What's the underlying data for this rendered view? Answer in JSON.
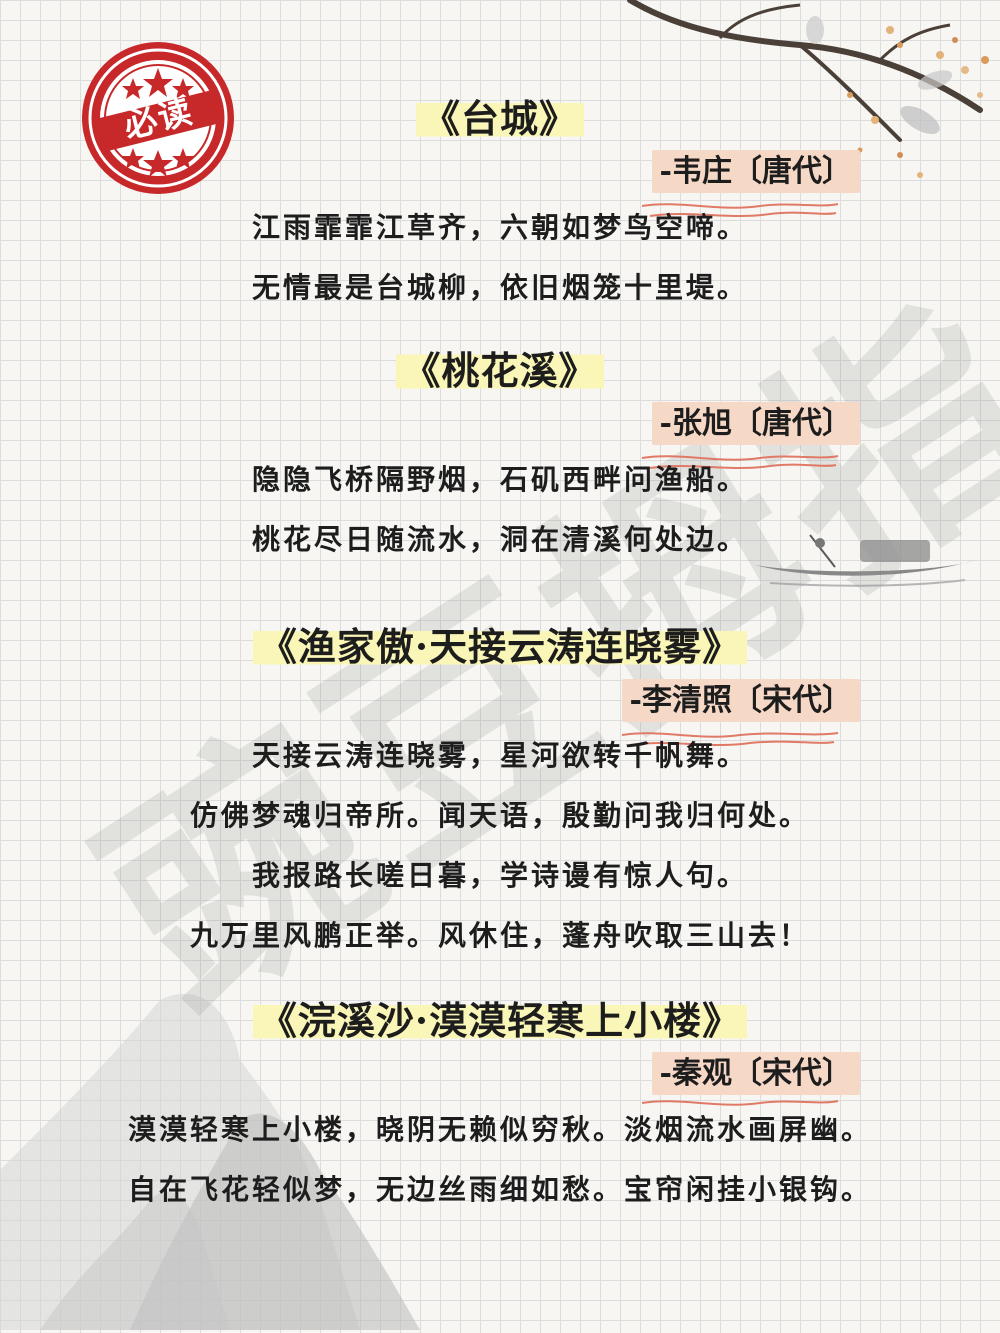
{
  "badge": {
    "label": "必读",
    "color": "#c7282a"
  },
  "colors": {
    "title_highlight": "#faf6b8",
    "author_highlight": "#f6d8c7",
    "wave": "#e07a66"
  },
  "watermark": {
    "text": "豌豆拇指"
  },
  "poems": [
    {
      "title": "《台城》",
      "author": "-韦庄〔唐代〕",
      "lines": [
        "江雨霏霏江草齐，六朝如梦鸟空啼。",
        "无情最是台城柳，依旧烟笼十里堤。"
      ]
    },
    {
      "title": "《桃花溪》",
      "author": "-张旭〔唐代〕",
      "lines": [
        "隐隐飞桥隔野烟，石矶西畔问渔船。",
        "桃花尽日随流水，洞在清溪何处边。"
      ]
    },
    {
      "title": "《渔家傲·天接云涛连晓雾》",
      "author": "-李清照〔宋代〕",
      "lines": [
        "天接云涛连晓雾，星河欲转千帆舞。",
        "仿佛梦魂归帝所。闻天语，殷勤问我归何处。",
        "我报路长嗟日暮，学诗谩有惊人句。",
        "九万里风鹏正举。风休住，蓬舟吹取三山去！"
      ]
    },
    {
      "title": "《浣溪沙·漠漠轻寒上小楼》",
      "author": "-秦观〔宋代〕",
      "lines": [
        "漠漠轻寒上小楼，晓阴无赖似穷秋。淡烟流水画屏幽。",
        "自在飞花轻似梦，无边丝雨细如愁。宝帘闲挂小银钩。"
      ]
    }
  ]
}
